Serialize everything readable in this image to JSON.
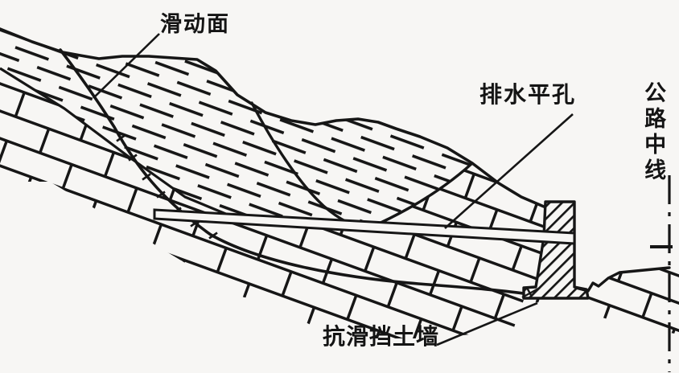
{
  "figure": {
    "labels": {
      "sliding_surface": "滑动面",
      "drainage_hole": "排水平孔",
      "road_centerline": "公路中线",
      "retaining_wall": "抗滑挡土墙"
    },
    "colors": {
      "ink": "#1a1a1a",
      "background": "#f7f6f4"
    },
    "parts": [
      "landslide-mass",
      "bedrock",
      "sliding-surface-arcs",
      "horizontal-drain-pipe",
      "anti-slide-retaining-wall",
      "road-surface",
      "road-centerline"
    ]
  }
}
